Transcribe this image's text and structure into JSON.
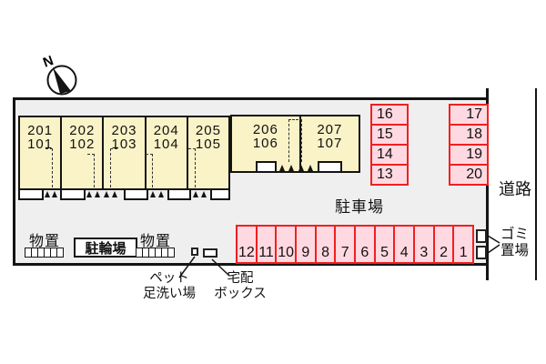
{
  "compass": {
    "label": "N"
  },
  "colors": {
    "site_fill": "#efeff0",
    "unit_fill": "#faf3c8",
    "parking_fill": "#ffd9e1",
    "parking_border": "#f02020",
    "line": "#141414"
  },
  "building": {
    "block1_units": [
      {
        "upper": "201",
        "lower": "101"
      },
      {
        "upper": "202",
        "lower": "102"
      },
      {
        "upper": "203",
        "lower": "103"
      },
      {
        "upper": "204",
        "lower": "104"
      },
      {
        "upper": "205",
        "lower": "105"
      }
    ],
    "block2_units": [
      {
        "upper": "206",
        "lower": "106"
      },
      {
        "upper": "207",
        "lower": "107"
      }
    ]
  },
  "parking": {
    "area_label": "駐車場",
    "column_left": [
      "16",
      "15",
      "14",
      "13"
    ],
    "column_right": [
      "17",
      "18",
      "19",
      "20"
    ],
    "bottom_row": [
      "12",
      "11",
      "10",
      "9",
      "8",
      "7",
      "6",
      "5",
      "4",
      "3",
      "2",
      "1"
    ]
  },
  "facilities": {
    "storage_left": "物置",
    "bicycle_parking": "駐輪場",
    "storage_right": "物置",
    "pet_wash": {
      "line1": "ペット",
      "line2": "足洗い場"
    },
    "delivery_box": {
      "line1": "宅配",
      "line2": "ボックス"
    },
    "garbage": {
      "line1": "ゴミ",
      "line2": "置場"
    },
    "road": "道路"
  }
}
